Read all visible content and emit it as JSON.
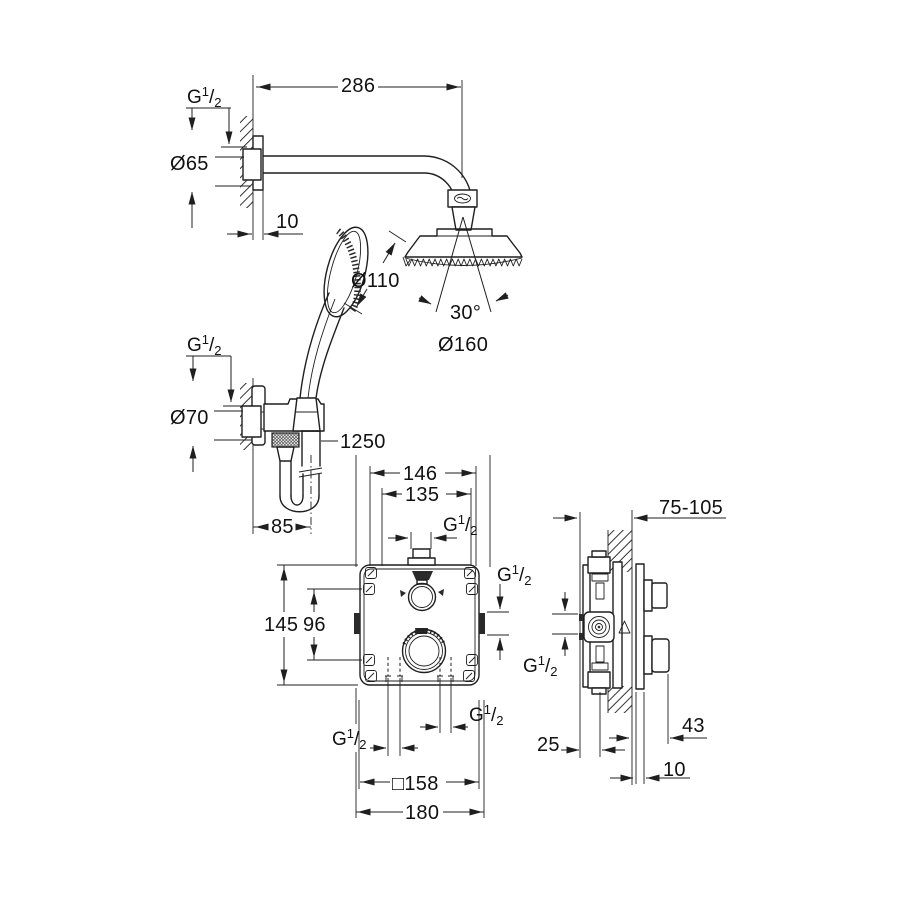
{
  "drawing": {
    "type": "installation dimensional drawing",
    "product": "Concealed thermostatic shower system with head shower, hand shower and mixer rough-in box",
    "units": "mm",
    "line_color": "#1f1f1f",
    "background": "#ffffff"
  },
  "thread_label": {
    "base": "G",
    "sup": "1",
    "slash": "/",
    "sub": "2"
  },
  "dims": {
    "arm_length": "286",
    "arm_flange_dia": "Ø65",
    "arm_wall_offset": "10",
    "hand_shower_dia": "Ø110",
    "spray_angle": "30°",
    "head_dia": "Ø160",
    "holder_flange_dia": "Ø70",
    "hose_length": "1250",
    "holder_offset": "85",
    "valve_top_width": "146",
    "valve_inner_width": "135",
    "valve_height": "145",
    "valve_port_spacing": "96",
    "install_depth": "75-105",
    "knob_depth": "43",
    "plate_thickness": "10",
    "min_front_depth": "25",
    "plate_size": "□158",
    "overall_width": "180"
  }
}
